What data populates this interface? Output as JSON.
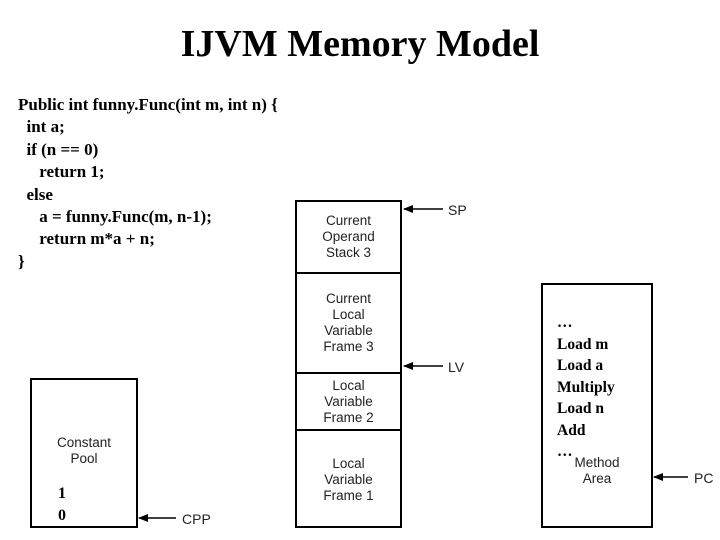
{
  "title": "IJVM Memory Model",
  "code": [
    "Public int funny.Func(int m, int n) {",
    "  int a;",
    "  if (n == 0)",
    "     return 1;",
    "  else",
    "     a = funny.Func(m, n-1);",
    "     return m*a + n;",
    "}"
  ],
  "stack": {
    "operand_stack": [
      "Current",
      "Operand",
      "Stack 3"
    ],
    "frame3": [
      "Current",
      "Local",
      "Variable",
      "Frame 3"
    ],
    "frame2": [
      "Local",
      "Variable",
      "Frame 2"
    ],
    "frame1": [
      "Local",
      "Variable",
      "Frame 1"
    ]
  },
  "constant_pool": {
    "label": [
      "Constant",
      "Pool"
    ],
    "values": [
      "1",
      "0"
    ]
  },
  "method_area": {
    "label": [
      "Method",
      "Area"
    ],
    "instructions": [
      "…",
      "Load m",
      "Load a",
      "Multiply",
      "Load n",
      "Add",
      "…"
    ]
  },
  "pointers": {
    "sp": "SP",
    "lv": "LV",
    "cpp": "CPP",
    "pc": "PC"
  }
}
